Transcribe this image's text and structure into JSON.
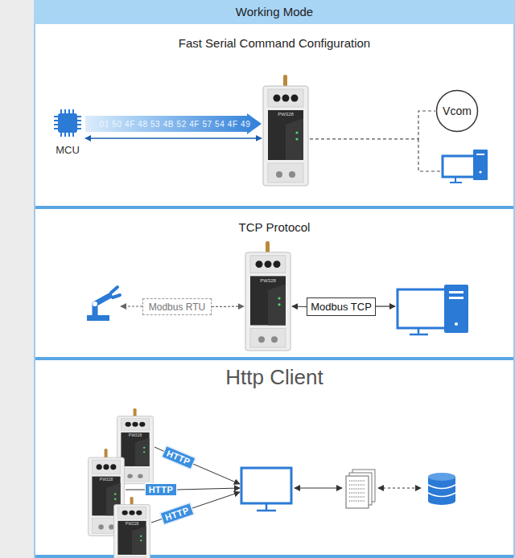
{
  "diagram": {
    "title": "Working Mode",
    "nodes": [
      {
        "text": [
          "Fast Serial Command Configuration"
        ]
      },
      {
        "text": [
          "MCU"
        ],
        "in": 0
      },
      {
        "text": [
          "PW328"
        ],
        "in": 0
      },
      {
        "text": [
          "Vcom"
        ],
        "in": 0
      },
      {
        "text": [
          "TCP Protocol"
        ]
      },
      {
        "text": [
          "Modbus RTU"
        ],
        "in": 4
      },
      {
        "text": [
          "PW328"
        ],
        "in": 4
      },
      {
        "text": [
          "Modbus TCP"
        ],
        "in": 4
      },
      {
        "text": [
          "Http Client"
        ]
      },
      {
        "text": [
          "PW328"
        ],
        "in": 8
      },
      {
        "text": [
          "HTTP"
        ],
        "in": 8
      },
      {
        "text": [
          "PW328"
        ],
        "in": 8
      },
      {
        "text": [
          "HTTP"
        ],
        "in": 8
      },
      {
        "text": [
          "PW328"
        ],
        "in": 8
      },
      {
        "text": [
          "HTTP"
        ],
        "in": 8
      }
    ],
    "edges": [
      {
        "from": 1,
        "to": 2,
        "arrow": "to",
        "label": "01 50 4F 48 53 4B 52 4F 57 54 4F 49"
      },
      {
        "from": 1,
        "to": 2,
        "arrow": "both"
      },
      {
        "from": 2,
        "to": 3,
        "arrow": "none"
      },
      {
        "from": 5,
        "to": 6,
        "arrow": "to"
      },
      {
        "from": 7,
        "to": 6,
        "arrow": "to"
      },
      {
        "from": 9,
        "to": 10,
        "arrow": "none"
      },
      {
        "from": 11,
        "to": 12,
        "arrow": "none"
      },
      {
        "from": 13,
        "to": 14,
        "arrow": "none"
      }
    ]
  }
}
